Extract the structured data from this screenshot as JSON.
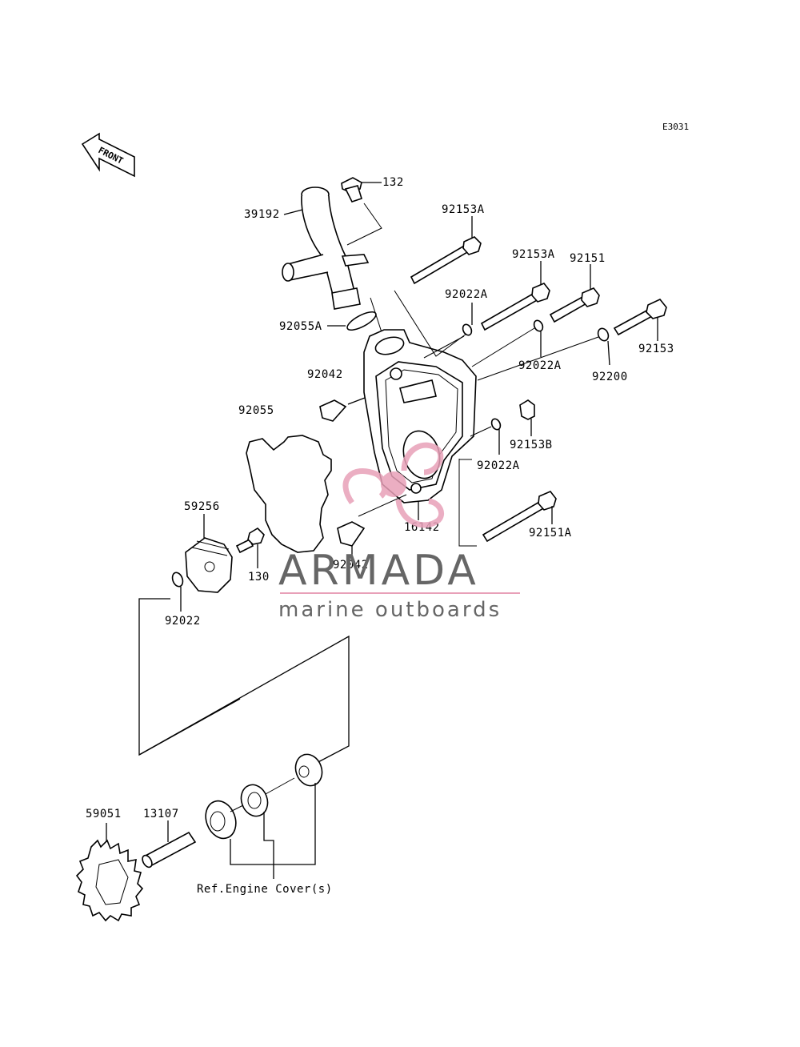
{
  "diagram_code": "E3031",
  "direction_label": "FRONT",
  "watermark": {
    "brand": "ARMADA",
    "tagline": "marine outboards",
    "logo_color": "#e8a0b8",
    "text_color": "#666666"
  },
  "labels": {
    "p132": "132",
    "p39192": "39192",
    "p92153A_1": "92153A",
    "p92153A_2": "92153A",
    "p92151": "92151",
    "p92022A_1": "92022A",
    "p92055A": "92055A",
    "p92153": "92153",
    "p92022A_2": "92022A",
    "p92200": "92200",
    "p92042_1": "92042",
    "p92055": "92055",
    "p92153B": "92153B",
    "p92022A_3": "92022A",
    "p59256": "59256",
    "p16142": "16142",
    "p92151A": "92151A",
    "p130": "130",
    "p92042_2": "92042",
    "p92022": "92022",
    "p59051": "59051",
    "p13107": "13107",
    "ref_engine_cover": "Ref.Engine Cover(s)"
  }
}
